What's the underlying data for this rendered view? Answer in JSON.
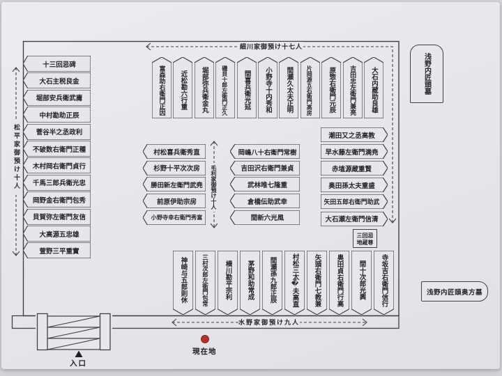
{
  "colors": {
    "paper": "#e7e7eb",
    "line": "#3f3f46",
    "text": "#24242b",
    "red": "#b23230"
  },
  "brackets": {
    "hosokawa": "細川家御預け十七人",
    "matsudaira": "松平家御預け十人",
    "mouri": "毛利家御預け十人",
    "mizuno": "水野家御預け九人"
  },
  "outside": {
    "asano_tomb": "浅野内匠頭墓",
    "asano_wife_tomb": "浅野内匠頭奥方墓"
  },
  "memorial": {
    "line1": "三回忌",
    "line2": "地蔵尊"
  },
  "legend": {
    "current_location": "現在地",
    "entrance": "入口"
  },
  "groups": {
    "left_column": [
      "十三回忌碑",
      "大石主税良金",
      "堀部安兵衛武庸",
      "中村勘助正辰",
      "菅谷半之丞政利",
      "不破数右衛門正種",
      "木村岡右衛門貞行",
      "千馬三郎兵衛光忠",
      "岡野金右衛門包秀",
      "貝賀弥左衛門友信",
      "大高源五忠雄",
      "萱野三平重實"
    ],
    "top_row": [
      "富森助右衛門正因",
      "近松勘六行重",
      "堀部弥兵衛金丸",
      "磯貝十郎左衛門正久",
      "間喜兵衛光延",
      "小野寺十内秀和",
      "間瀬久太夫正明",
      "片岡源五右衛門高房",
      "原惣右衛門元辰",
      "吉田忠左衛門兼亮",
      "大石内蔵助良雄"
    ],
    "right_column": [
      "潮田又之丞高教",
      "早水藤左衛門満尭",
      "赤埴源蔵重賢",
      "奥田孫太夫重盛",
      "矢田五郎右衛門助武",
      "大石瀬左衛門信清"
    ],
    "middle_left": [
      "村松喜兵衛秀直",
      "杉野十平次次房",
      "勝田新左衛門武尭",
      "前原伊助宗房",
      "小野寺幸右衛門秀富"
    ],
    "middle_right": [
      "岡嶋八十右衛門常樹",
      "吉田沢右衛門兼貞",
      "武林唯七隆重",
      "倉橋伝助武幸",
      "間新六光風"
    ],
    "bottom_row": [
      "神崎与五郎則休",
      "三村次郎左衛門包常",
      "横川勘平宗利",
      "茅野和助常成",
      "間瀬孫九郎正辰",
      "村松三太�夫高直",
      "矢頭右衛門七教兼",
      "奥田貞右衛門行高",
      "間十次郎光興",
      "寺坂吉右衛門信行"
    ]
  }
}
